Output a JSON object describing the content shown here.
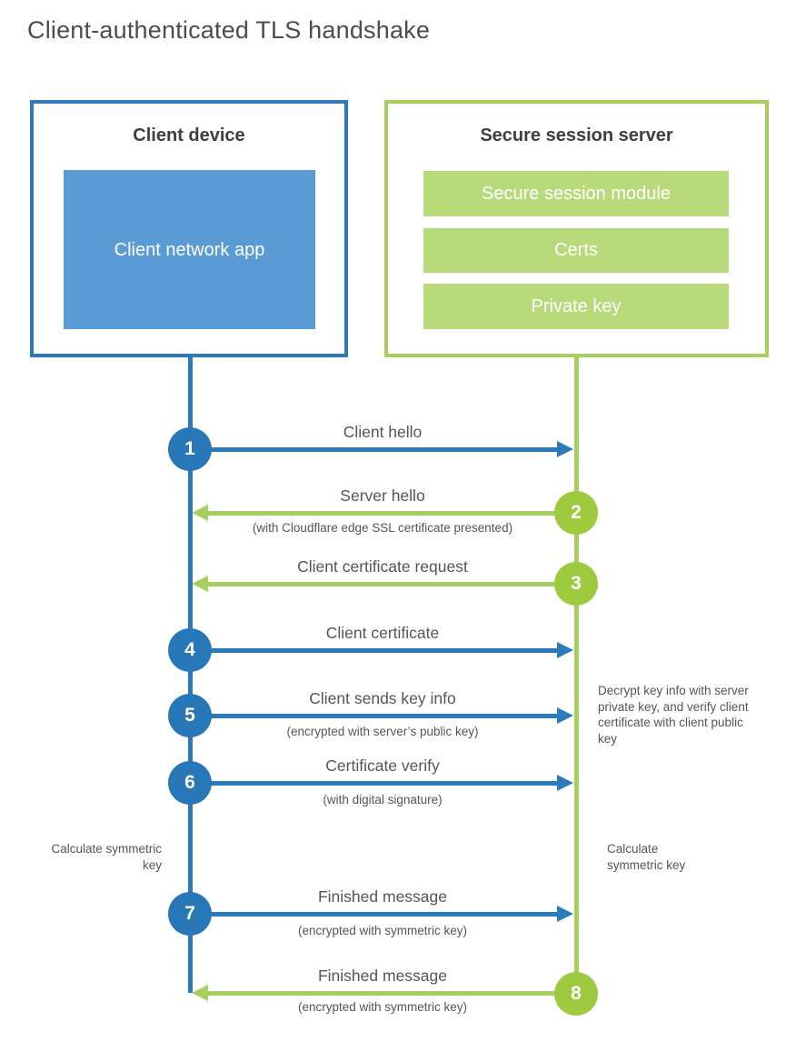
{
  "title": "Client-authenticated TLS handshake",
  "colors": {
    "blue_line": "#2b7abc",
    "blue_circle": "#2878b8",
    "blue_fill": "#5b9bd5",
    "green_line": "#a6cf5f",
    "green_circle": "#9dca3f",
    "green_fill": "#b9da7b",
    "heading_text": "#3f3f3f",
    "label_text": "#555555"
  },
  "client": {
    "title": "Client device",
    "app_label": "Client network app"
  },
  "server": {
    "title": "Secure session server",
    "modules": [
      "Secure session module",
      "Certs",
      "Private key"
    ]
  },
  "steps": [
    {
      "number": "1",
      "direction": "right",
      "color": "blue",
      "label": "Client hello",
      "sublabel": ""
    },
    {
      "number": "2",
      "direction": "left",
      "color": "green",
      "label": "Server hello",
      "sublabel": "(with Cloudflare edge SSL certificate presented)"
    },
    {
      "number": "3",
      "direction": "left",
      "color": "green",
      "label": "Client certificate request",
      "sublabel": ""
    },
    {
      "number": "4",
      "direction": "right",
      "color": "blue",
      "label": "Client certificate",
      "sublabel": ""
    },
    {
      "number": "5",
      "direction": "right",
      "color": "blue",
      "label": "Client sends key info",
      "sublabel": "(encrypted with server’s public key)"
    },
    {
      "number": "6",
      "direction": "right",
      "color": "blue",
      "label": "Certificate verify",
      "sublabel": "(with digital signature)"
    },
    {
      "number": "7",
      "direction": "right",
      "color": "blue",
      "label": "Finished message",
      "sublabel": "(encrypted with symmetric key)"
    },
    {
      "number": "8",
      "direction": "left",
      "color": "green",
      "label": "Finished message",
      "sublabel": "(encrypted with symmetric key)"
    }
  ],
  "annotations": {
    "decrypt_note": "Decrypt key info with server private key, and verify client certificate with client public key",
    "calculate_left": "Calculate symmetric key",
    "calculate_right": "Calculate symmetric key"
  }
}
